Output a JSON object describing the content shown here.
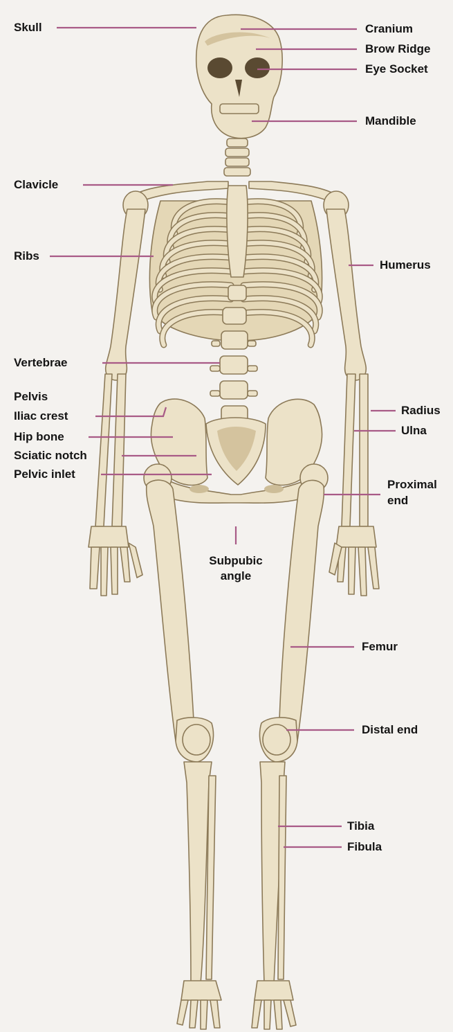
{
  "colors": {
    "background": "#f4f2ef",
    "bone_fill": "#ece2c8",
    "bone_shade": "#d4c39e",
    "bone_outline": "#8c7a58",
    "leader_line": "#a85a86",
    "label_text": "#141414"
  },
  "labels": {
    "skull": "Skull",
    "cranium": "Cranium",
    "brow_ridge": "Brow Ridge",
    "eye_socket": "Eye Socket",
    "mandible": "Mandible",
    "clavicle": "Clavicle",
    "ribs": "Ribs",
    "humerus": "Humerus",
    "vertebrae": "Vertebrae",
    "pelvis": "Pelvis",
    "iliac_crest": "Iliac crest",
    "hip_bone": "Hip bone",
    "sciatic_notch": "Sciatic notch",
    "pelvic_inlet": "Pelvic inlet",
    "radius": "Radius",
    "ulna": "Ulna",
    "proximal_end_1": "Proximal",
    "proximal_end_2": "end",
    "subpubic_angle_1": "Subpubic",
    "subpubic_angle_2": "angle",
    "femur": "Femur",
    "distal_end": "Distal end",
    "tibia": "Tibia",
    "fibula": "Fibula"
  }
}
